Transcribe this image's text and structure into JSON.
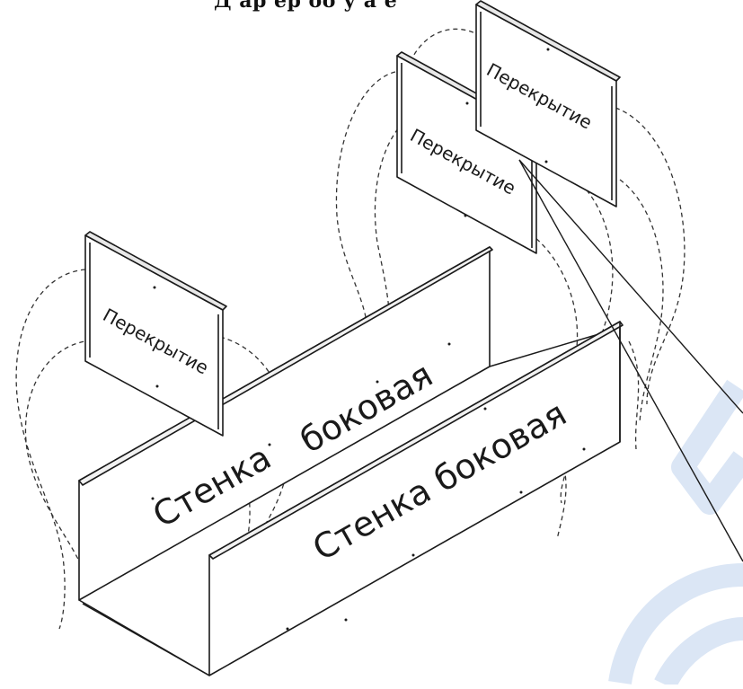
{
  "header_fragment": "Д      ар      ер                 оо    у  а  е",
  "labels": {
    "panel_overlap": "Перекрытие",
    "wall_back_word1": "Стенка",
    "wall_back_word2": "боковая",
    "wall_front": "Стенка боковая"
  },
  "colors": {
    "line": "#1a1a1a",
    "dash": "#333333",
    "watermark": "#dbe6f5"
  }
}
